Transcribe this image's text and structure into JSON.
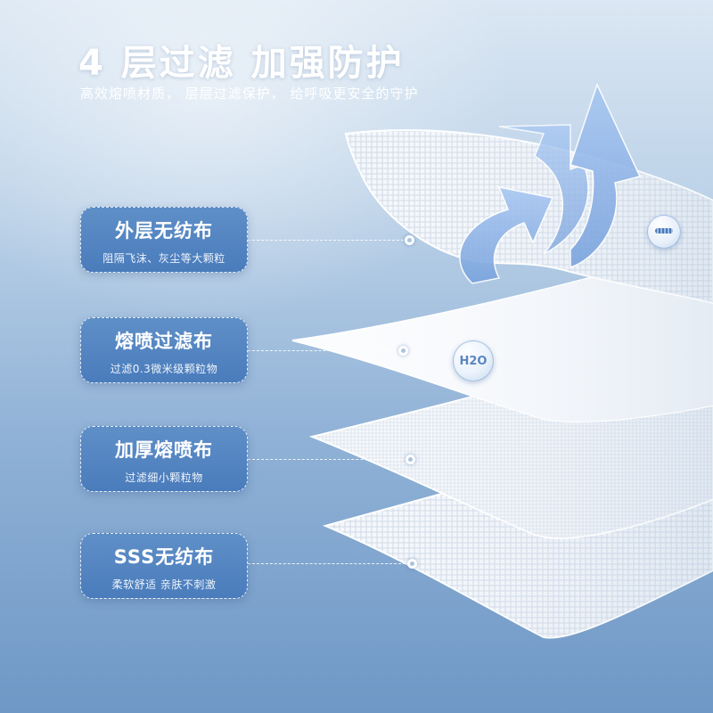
{
  "headline": "4 层过滤  加强防护",
  "subline": "高效熔喷材质，  层层过滤保护，  给呼吸更安全的守护",
  "layers": [
    {
      "title": "外层无纺布",
      "desc": "阻隔飞沫、灰尘等大颗粒"
    },
    {
      "title": "熔喷过滤布",
      "desc": "过滤0.3微米级颗粒物"
    },
    {
      "title": "加厚熔喷布",
      "desc": "过滤细小颗粒物"
    },
    {
      "title": "SSS无纺布",
      "desc": "柔软舒适 亲肤不刺激"
    }
  ],
  "badge_h2o": "H2O",
  "colors": {
    "card": "#4f80bf",
    "background_top": "#dbe7f3",
    "background_bottom": "#6f98c6",
    "arrow": "#8fb4ea"
  }
}
